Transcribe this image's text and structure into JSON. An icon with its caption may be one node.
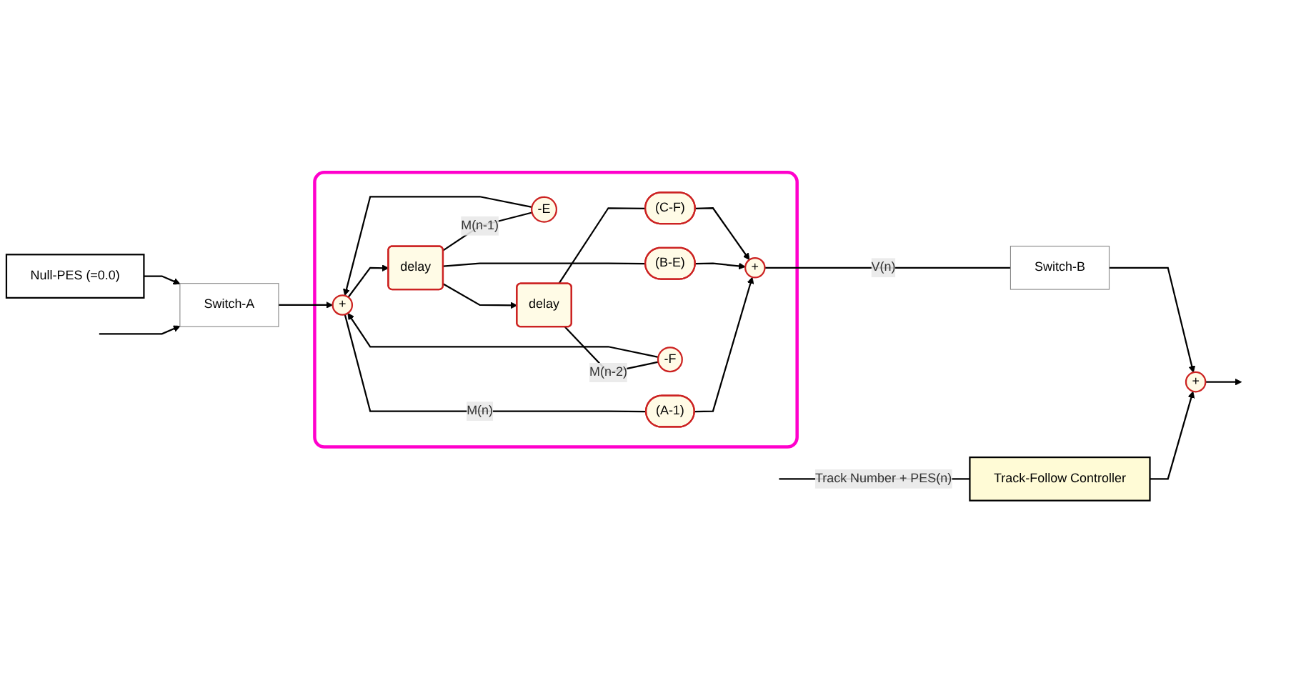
{
  "diagram": {
    "nodes": [
      {
        "text": [
          "Track-Follow Controller"
        ]
      },
      {
        "text": [
          "+"
        ]
      },
      {
        "text": [
          "Switch-B"
        ]
      },
      {
        "text": [
          "Switch-A"
        ]
      },
      {
        "text": [],
        "shape": "box"
      },
      {
        "text": [
          "+"
        ],
        "in": 4
      },
      {
        "text": [
          "(A-1)"
        ],
        "in": 4
      },
      {
        "text": [
          "+"
        ],
        "in": 4
      },
      {
        "text": [
          "-E"
        ],
        "in": 4
      },
      {
        "text": [
          "delay"
        ],
        "in": 4
      },
      {
        "text": [
          "(B-E)"
        ],
        "in": 4
      },
      {
        "text": [
          "-F"
        ],
        "in": 4
      },
      {
        "text": [
          "delay"
        ],
        "in": 4
      },
      {
        "text": [
          "(C-F)"
        ],
        "in": 4
      },
      {
        "text": [
          "Null-PES (=0.0)"
        ]
      }
    ],
    "edges": [
      {
        "from": null,
        "to": 0,
        "arrow": "none",
        "label": "Track Number + PES(n)"
      },
      {
        "from": 0,
        "to": 1,
        "arrow": "to"
      },
      {
        "from": 1,
        "to": null,
        "arrow": "to"
      },
      {
        "from": null,
        "to": 3,
        "arrow": "to"
      },
      {
        "from": 14,
        "to": 3,
        "arrow": "to"
      },
      {
        "from": 3,
        "to": 5,
        "arrow": "to"
      },
      {
        "from": 5,
        "to": 6,
        "arrow": "none",
        "label": "M(n)"
      },
      {
        "from": 6,
        "to": 7,
        "arrow": "to"
      },
      {
        "from": 5,
        "to": 9,
        "arrow": "to"
      },
      {
        "from": 9,
        "to": 8,
        "arrow": "none",
        "label": "M(n-1)"
      },
      {
        "from": 8,
        "to": 5,
        "arrow": "to"
      },
      {
        "from": 9,
        "to": 10,
        "arrow": "none"
      },
      {
        "from": 10,
        "to": 7,
        "arrow": "to"
      },
      {
        "from": 9,
        "to": 12,
        "arrow": "to"
      },
      {
        "from": 12,
        "to": 11,
        "arrow": "none",
        "label": "M(n-2)"
      },
      {
        "from": 11,
        "to": 5,
        "arrow": "to"
      },
      {
        "from": 12,
        "to": 13,
        "arrow": "none"
      },
      {
        "from": 13,
        "to": 7,
        "arrow": "to"
      },
      {
        "from": 7,
        "to": 2,
        "arrow": "none",
        "label": "V(n)"
      },
      {
        "from": 2,
        "to": 1,
        "arrow": "to"
      }
    ]
  }
}
